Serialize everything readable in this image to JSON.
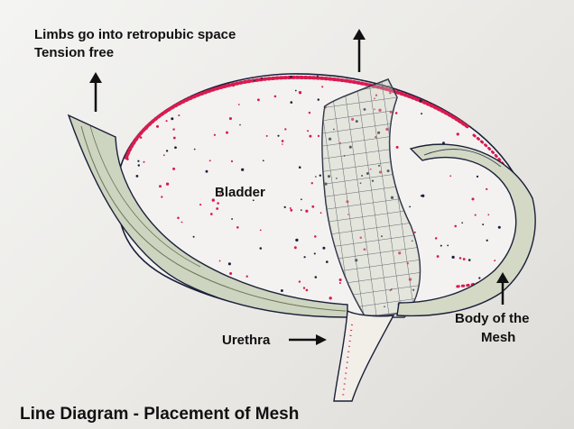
{
  "labels": {
    "limbs_line1": "Limbs go into retropubic space",
    "limbs_line2": "Tension free",
    "bladder": "Bladder",
    "urethra": "Urethra",
    "body_line1": "Body of the",
    "body_line2": "Mesh",
    "caption": "Line Diagram - Placement of Mesh"
  },
  "colors": {
    "background": "#ecebe8",
    "ink": "#1a1f3a",
    "stipple": "#d81b50",
    "mesh_fill": "#c8cfb8"
  }
}
